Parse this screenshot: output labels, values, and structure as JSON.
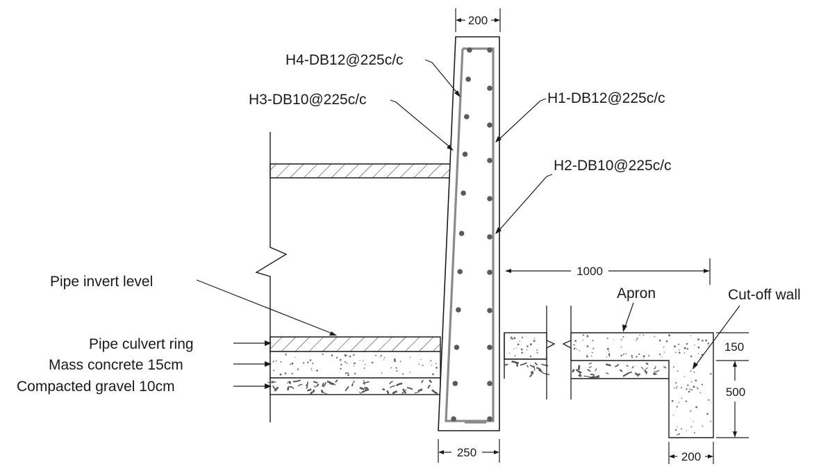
{
  "labels": {
    "h4": "H4-DB12@225c/c",
    "h3": "H3-DB10@225c/c",
    "h1": "H1-DB12@225c/c",
    "h2": "H2-DB10@225c/c",
    "pipe_invert_level": "Pipe invert level",
    "pipe_culvert_ring": "Pipe culvert ring",
    "mass_concrete": "Mass concrete 15cm",
    "compacted_gravel": "Compacted gravel 10cm",
    "apron": "Apron",
    "cut_off_wall": "Cut-off wall"
  },
  "dimensions": {
    "wall_top_width": "200",
    "wall_base_width": "250",
    "apron_length": "1000",
    "apron_thickness": "150",
    "cutoff_depth": "500",
    "cutoff_width": "200"
  },
  "colors": {
    "line": "#1a1a1a",
    "rebar": "#8a8a8a",
    "dot": "#5a5a5a"
  }
}
